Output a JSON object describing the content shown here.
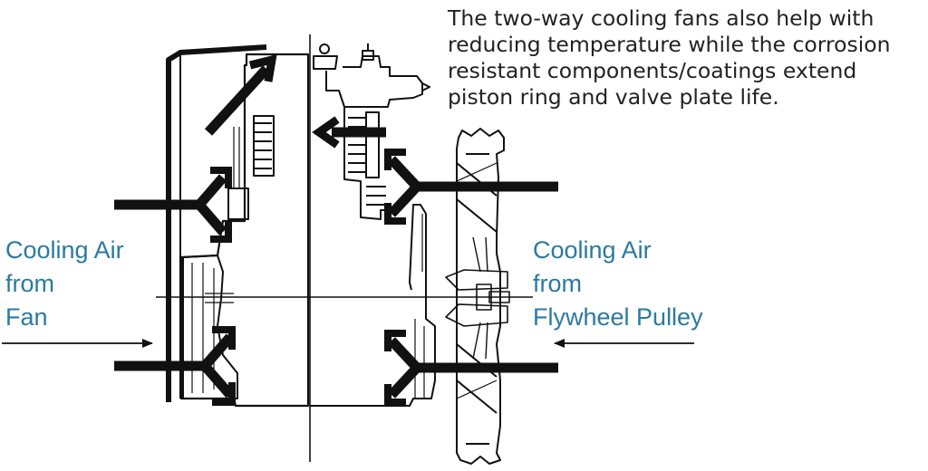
{
  "caption": "The two-way cooling fans also help with\nreducing temperature while the corrosion\nresistant components/coatings extend\npiston ring and valve plate life.",
  "left_label": {
    "line1": "Cooling Air",
    "line2": "from",
    "line3": "Fan"
  },
  "right_label": {
    "line1": "Cooling Air",
    "line2": "from",
    "line3": "Flywheel Pulley"
  },
  "colors": {
    "label": "#2a7aa0",
    "text": "#222222",
    "line": "#111111"
  }
}
